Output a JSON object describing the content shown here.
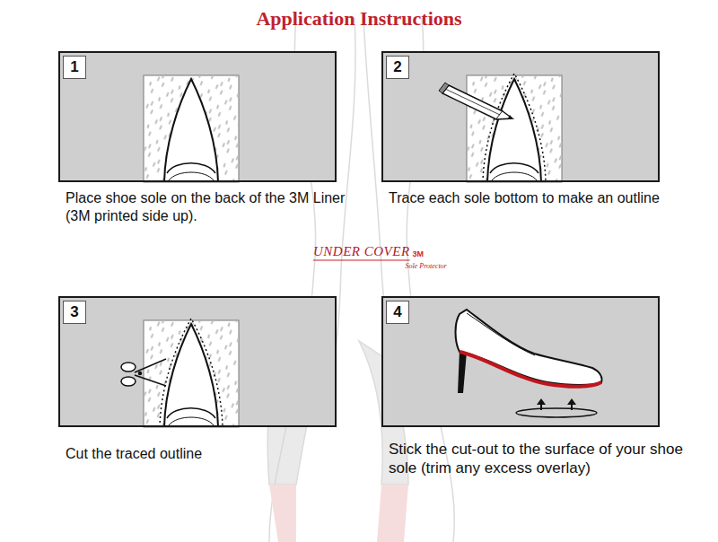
{
  "diagram": {
    "title": "Application Instructions",
    "nodes": [
      {
        "text": [
          "1",
          "Place shoe sole on the back of the 3M Liner (3M printed side up)."
        ]
      },
      {
        "text": [
          "2",
          "Trace each sole bottom to make an outline"
        ]
      },
      {
        "text": [
          "3",
          "Cut the traced outline"
        ]
      },
      {
        "text": [
          "4",
          "Stick the cut-out to the surface of your shoe sole (trim any excess overlay)"
        ]
      }
    ],
    "labels": [
      "UNDER COVER",
      "3M",
      "Sole Protector"
    ]
  }
}
